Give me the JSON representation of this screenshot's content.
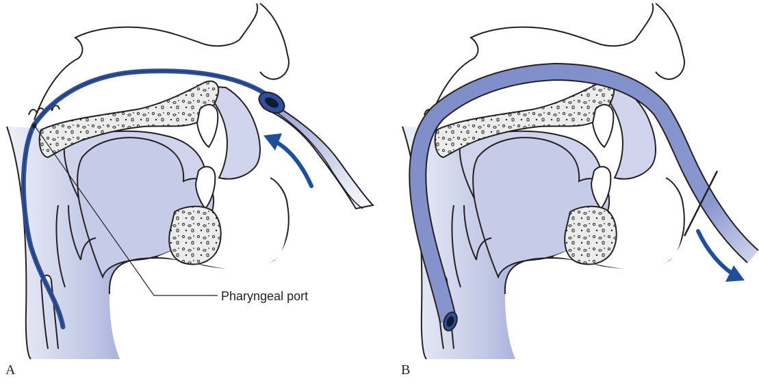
{
  "figure": {
    "panels": [
      {
        "letter": "A"
      },
      {
        "letter": "B"
      }
    ],
    "callout": {
      "label": "Pharyngeal port"
    }
  },
  "colors": {
    "tissue_light": "#dcdff0",
    "tissue_mid": "#b9bfe0",
    "tissue_deep": "#8e98cf",
    "tube_dark": "#2e4f9a",
    "tube_light": "#7d8cc8",
    "arrow": "#1f4f9a",
    "bone": "#e9e9e9",
    "outline": "#231f20"
  }
}
